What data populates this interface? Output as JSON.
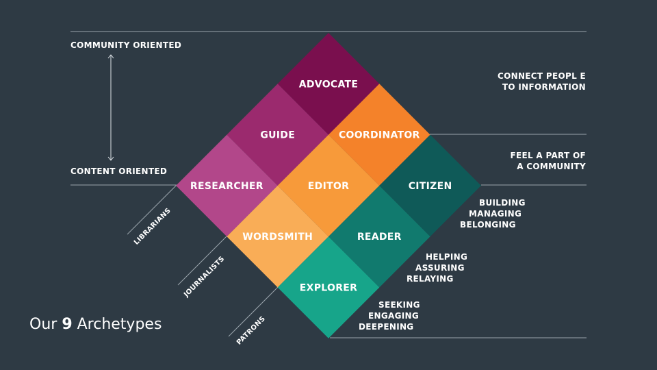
{
  "title": {
    "prefix": "Our ",
    "number": "9",
    "suffix": " Archetypes"
  },
  "axis": {
    "top": "COMMUNITY ORIENTED",
    "bottom": "CONTENT ORIENTED"
  },
  "right_labels": {
    "line1": [
      "CONNECT PEOPL E",
      "TO INFORMATION"
    ],
    "line2": [
      "FEEL A PART OF",
      "A COMMUNITY"
    ]
  },
  "roles": [
    "LIBRARIANS",
    "JOURNALISTS",
    "PATRONS"
  ],
  "verbs": [
    [
      "BUILDING",
      "MANAGING",
      "BELONGING"
    ],
    [
      "HELPING",
      "ASSURING",
      "RELAYING"
    ],
    [
      "SEEKING",
      "ENGAGING",
      "DEEPENING"
    ]
  ],
  "cells": [
    {
      "label": "ADVOCATE",
      "color": "#7a0f4e"
    },
    {
      "label": "GUIDE",
      "color": "#9b2a6e"
    },
    {
      "label": "COORDINATOR",
      "color": "#f4822a"
    },
    {
      "label": "RESEARCHER",
      "color": "#b2478a"
    },
    {
      "label": "EDITOR",
      "color": "#f79a3a"
    },
    {
      "label": "CITIZEN",
      "color": "#0f5a58"
    },
    {
      "label": "WORDSMITH",
      "color": "#f9ad57"
    },
    {
      "label": "READER",
      "color": "#117a6e"
    },
    {
      "label": "EXPLORER",
      "color": "#17a58a"
    }
  ]
}
